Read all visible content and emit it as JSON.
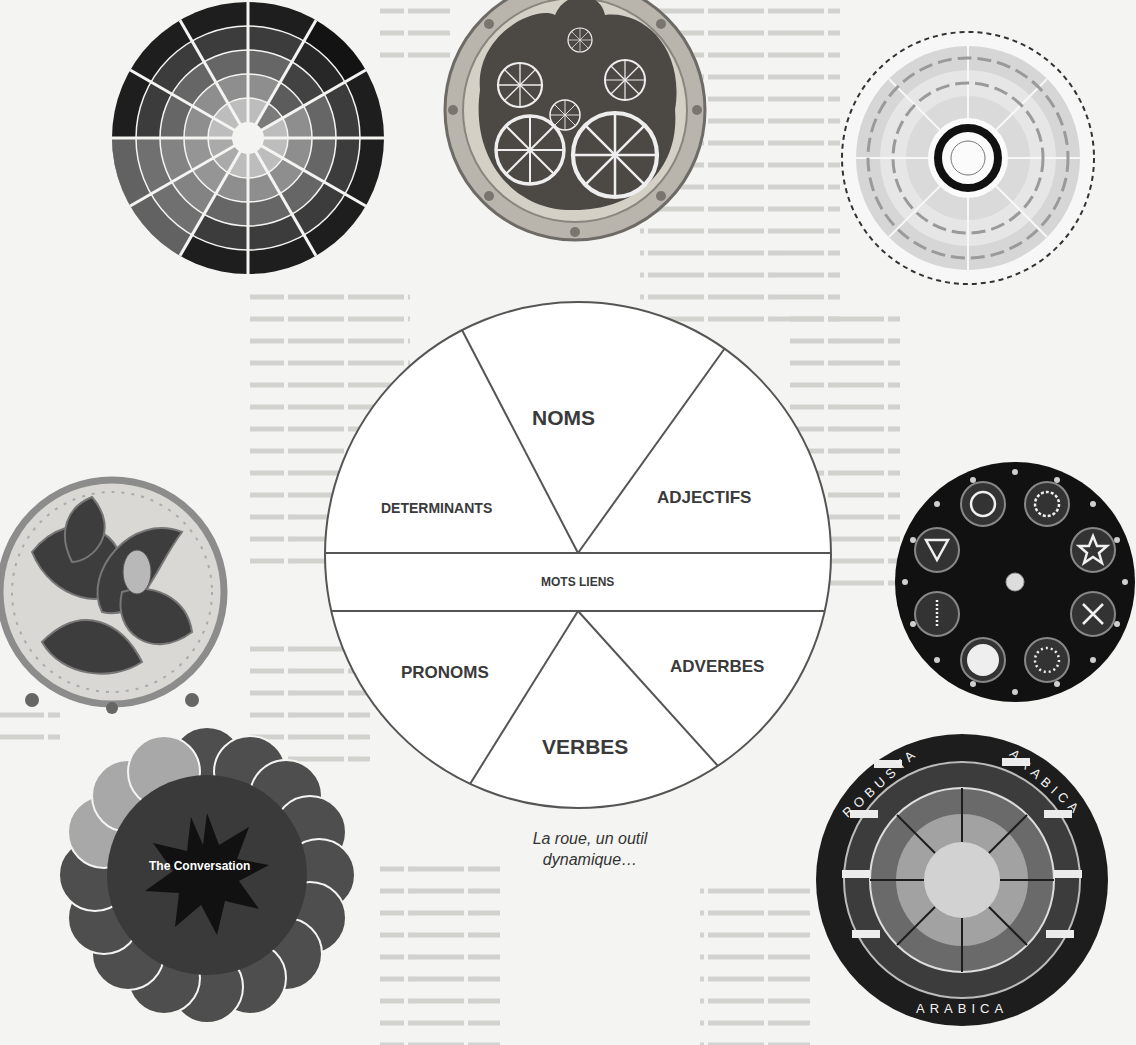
{
  "diagram": {
    "caption": "La roue, un outil dynamique…",
    "nodes": [
      {
        "text": [
          "NOMS"
        ]
      },
      {
        "text": [
          "DETERMINANTS"
        ]
      },
      {
        "text": [
          "ADJECTIFS"
        ]
      },
      {
        "text": [
          "MOTS LIENS"
        ]
      },
      {
        "text": [
          "PRONOMS"
        ]
      },
      {
        "text": [
          "ADVERBES"
        ]
      },
      {
        "text": [
          "VERBES"
        ]
      }
    ],
    "labels": [
      "The Conversation",
      "ROBUSTA",
      "ARABICA",
      "ARABICA"
    ]
  }
}
